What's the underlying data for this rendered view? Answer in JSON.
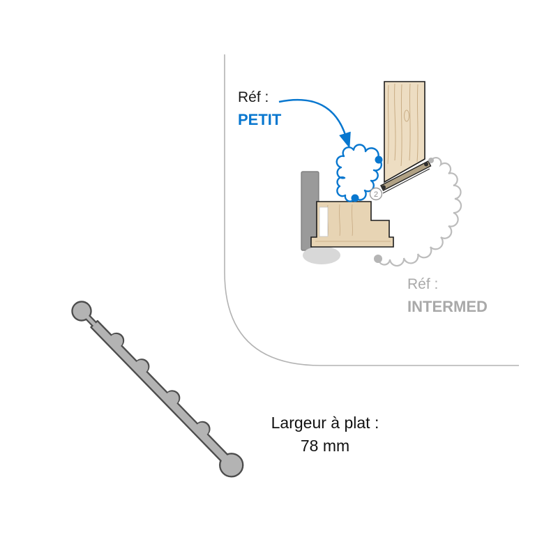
{
  "diagram": {
    "ref_small": {
      "label": "Réf :",
      "value": "PETIT"
    },
    "ref_intermediate": {
      "label": "Réf :",
      "value": "INTERMED"
    },
    "callout_marker": "2",
    "dimension": {
      "line1": "Largeur à plat :",
      "line2": "78 mm"
    }
  },
  "colors": {
    "petit_blue": "#0877cf",
    "intermed_gray": "#a9a9a9",
    "scallop_gray": "#bcbcbc",
    "boundary_gray": "#b3b3b3",
    "wood_panel": "#edddc2",
    "wood_frame": "#e7d4b4",
    "profile_fill": "#b3b3b3",
    "profile_outline": "#4c4c4c"
  }
}
